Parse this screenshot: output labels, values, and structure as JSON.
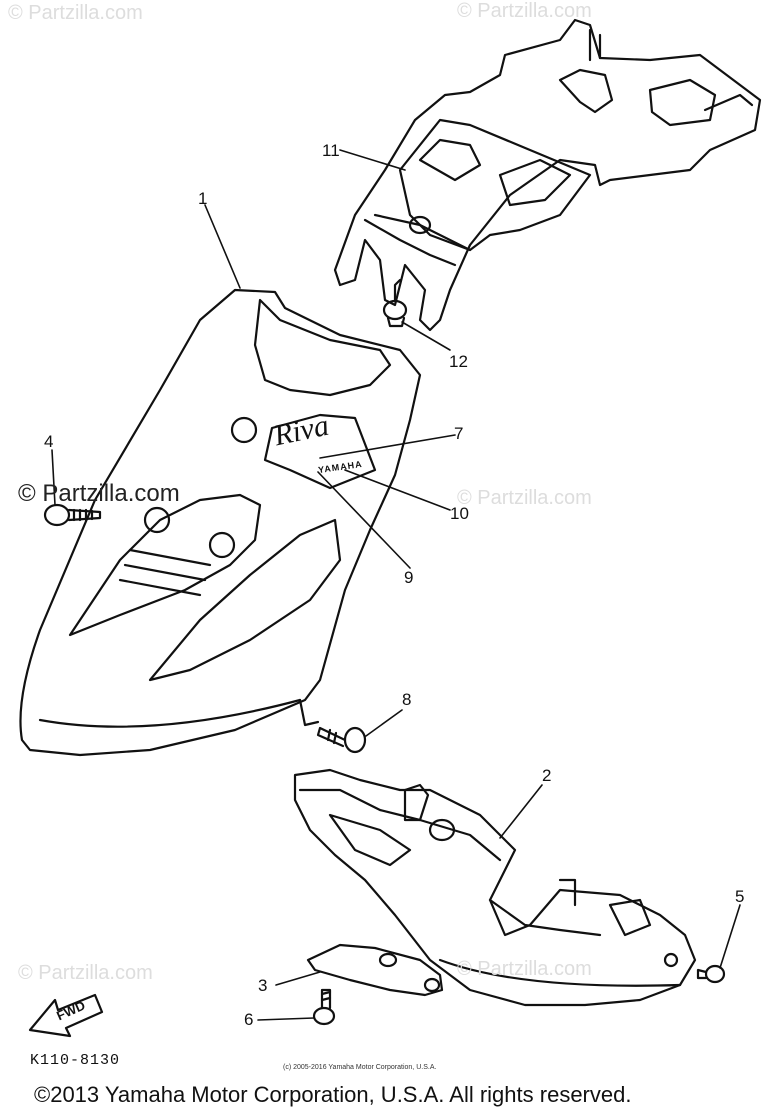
{
  "watermarks": {
    "top_left": "© Partzilla.com",
    "top_center": "© Partzilla.com",
    "mid_left": "© Partzilla.com",
    "mid_right": "© Partzilla.com",
    "bottom_left": "© Partzilla.com",
    "bottom_right": "© Partzilla.com"
  },
  "callouts": [
    "1",
    "2",
    "3",
    "4",
    "5",
    "6",
    "7",
    "8",
    "9",
    "10",
    "11",
    "12"
  ],
  "emblem": {
    "logo": "Riva",
    "brand": "YAMAHA"
  },
  "fwd_arrow": "FWD",
  "diagram_ref": "K110-8130",
  "small_copyright": "(c) 2005-2016 Yamaha Motor Corporation, U.S.A.",
  "footer": "©2013 Yamaha Motor Corporation, U.S.A. All rights reserved."
}
